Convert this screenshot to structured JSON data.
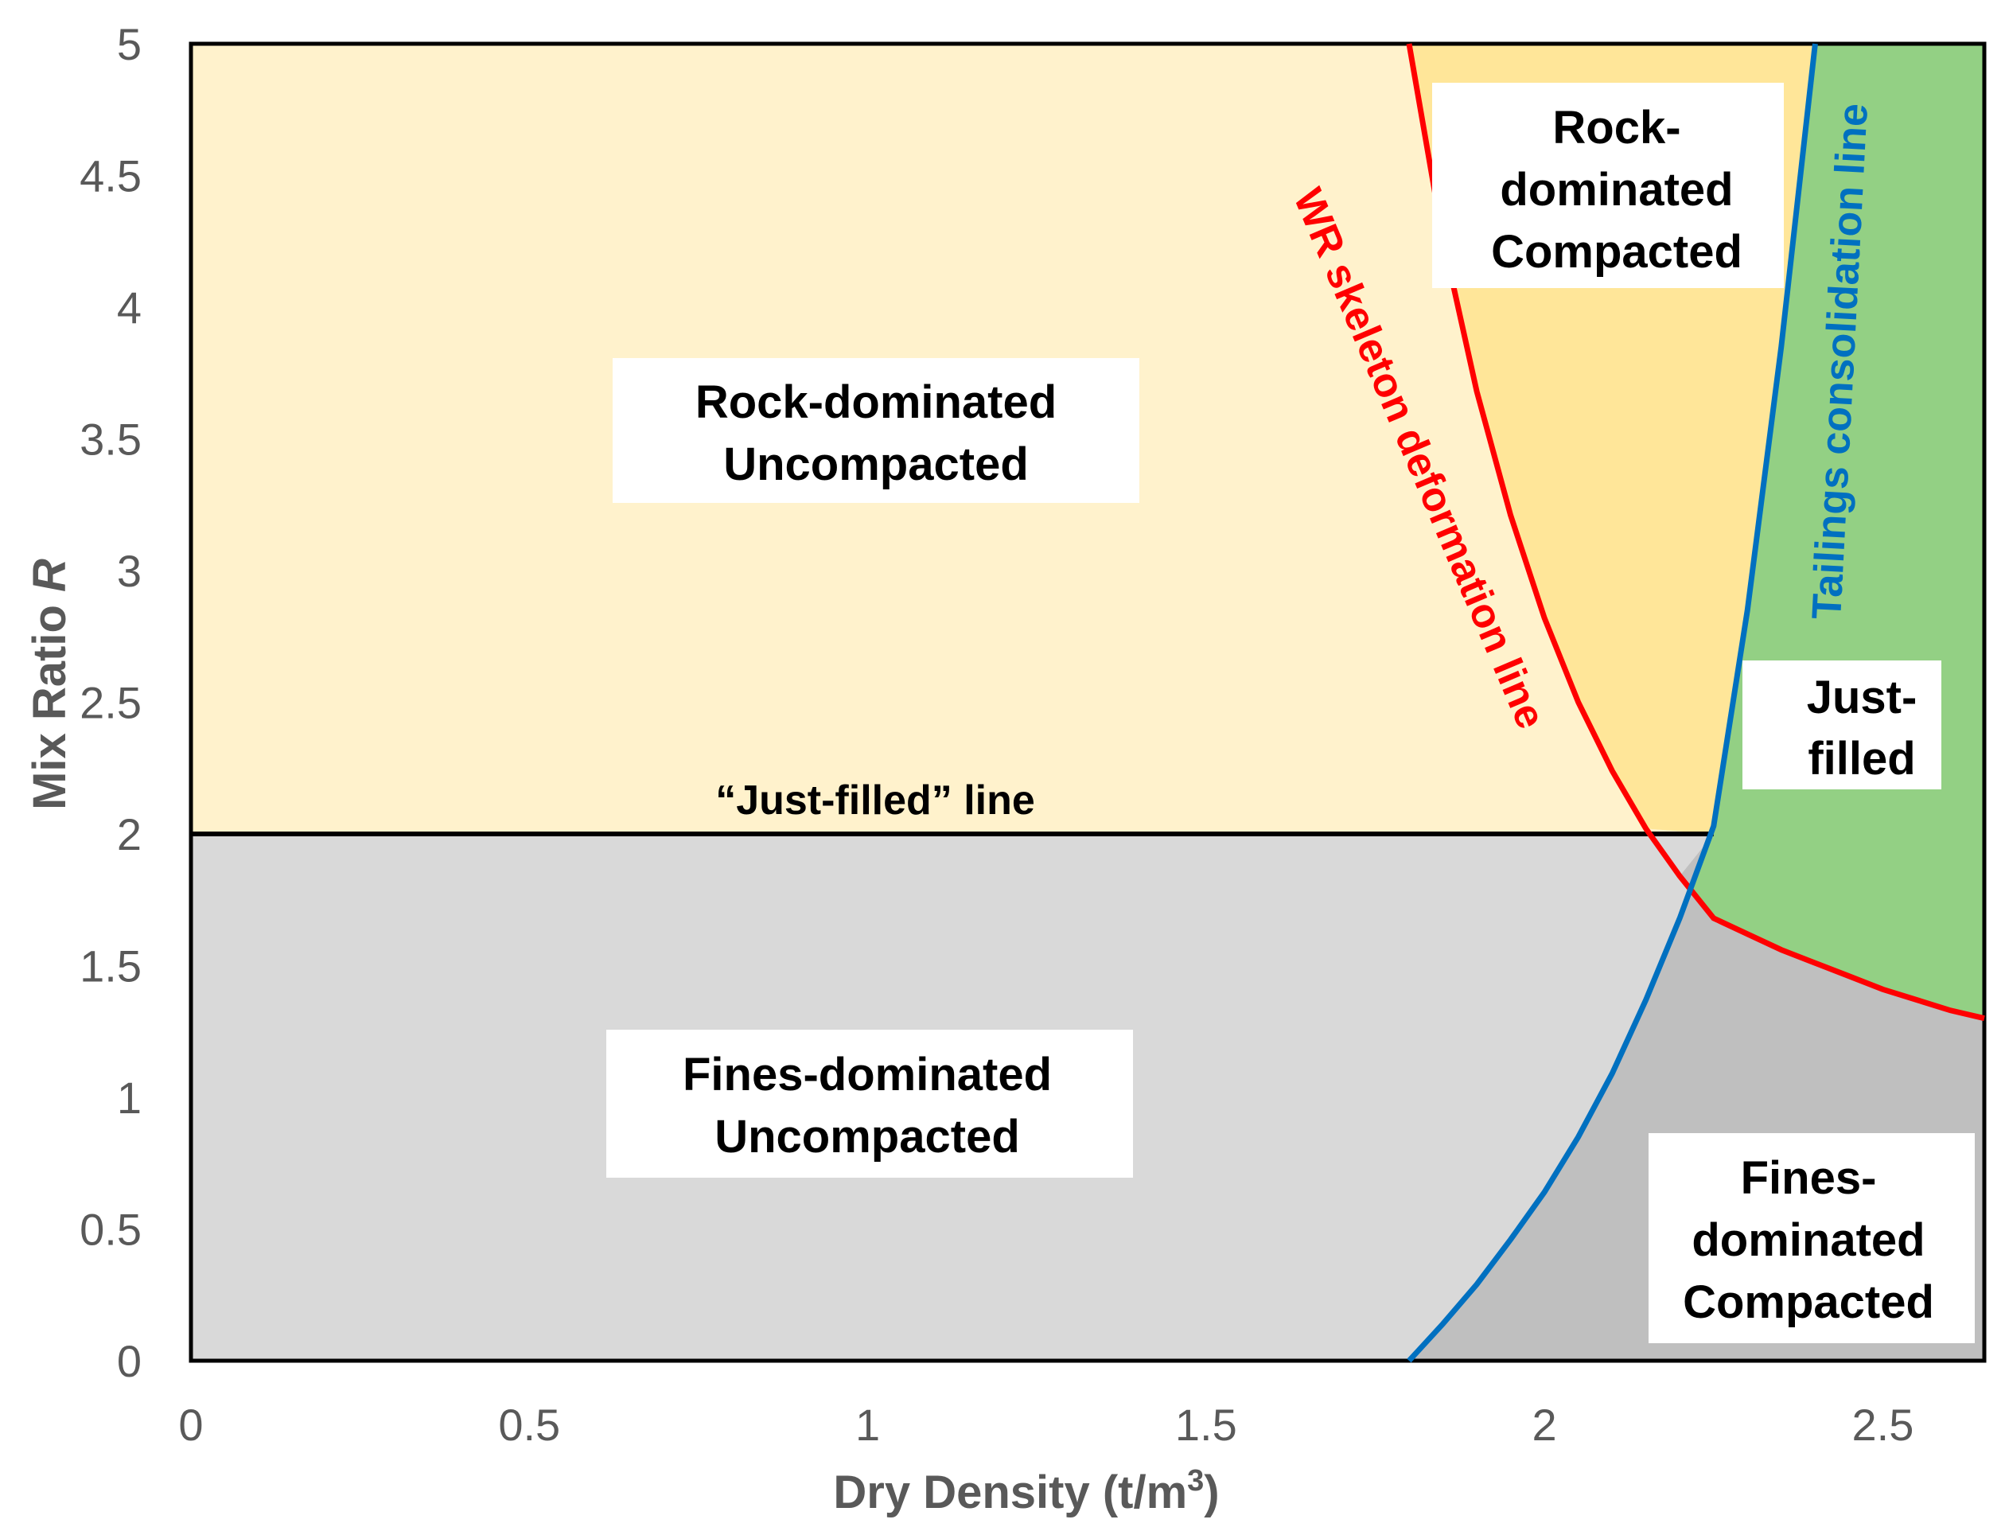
{
  "chart_data": {
    "type": "area",
    "xlabel": "Dry Density (t/m",
    "xlabel_sup": "3",
    "xlabel_end": ")",
    "ylabel": "Mix Ratio ",
    "ylabel_italic": "R",
    "xlim": [
      0,
      2.65
    ],
    "ylim": [
      0,
      5
    ],
    "x_ticks": [
      "0",
      "0.5",
      "1",
      "1.5",
      "2",
      "2.5"
    ],
    "y_ticks": [
      "0",
      "0.5",
      "1",
      "1.5",
      "2",
      "2.5",
      "3",
      "3.5",
      "4",
      "4.5",
      "5"
    ],
    "grid": false,
    "series": [
      {
        "name": "WR skeleton deformation line",
        "color": "#ff0000",
        "x": [
          1.8,
          1.85,
          1.9,
          1.95,
          2.0,
          2.05,
          2.1,
          2.15,
          2.2,
          2.25,
          2.3,
          2.35,
          2.4,
          2.45,
          2.5,
          2.55,
          2.6,
          2.65
        ],
        "y": [
          5.0,
          4.26,
          3.68,
          3.21,
          2.82,
          2.5,
          2.24,
          2.02,
          1.84,
          1.68,
          1.62,
          1.56,
          1.51,
          1.46,
          1.41,
          1.37,
          1.33,
          1.3
        ]
      },
      {
        "name": "Tailings consolidation line",
        "color": "#0070c0",
        "x": [
          1.8,
          1.85,
          1.9,
          1.95,
          2.0,
          2.05,
          2.1,
          2.15,
          2.2,
          2.25,
          2.3,
          2.35,
          2.4
        ],
        "y": [
          0.0,
          0.14,
          0.29,
          0.46,
          0.64,
          0.85,
          1.09,
          1.37,
          1.68,
          2.03,
          2.85,
          3.85,
          5.0
        ]
      },
      {
        "name": "“Just-filled” line",
        "color": "#000000",
        "x": [
          0,
          2.25
        ],
        "y": [
          2,
          2
        ]
      }
    ],
    "regions": [
      {
        "lines": [
          "Rock-dominated",
          "Uncompacted"
        ],
        "fill": "#fff2cc"
      },
      {
        "lines": [
          "Rock-",
          "dominated",
          "Compacted"
        ],
        "fill": "#ffe699"
      },
      {
        "lines": [
          "Just-",
          "filled"
        ],
        "fill": "#93d084"
      },
      {
        "lines": [
          "Fines-dominated",
          "Uncompacted"
        ],
        "fill": "#d9d9d9"
      },
      {
        "lines": [
          "Fines-",
          "dominated",
          "Compacted"
        ],
        "fill": "#bfbfbf"
      }
    ],
    "colors": {
      "rock_uncompacted": "#fff2cc",
      "rock_compacted": "#ffe699",
      "just_filled": "#93d084",
      "fines_uncompacted": "#d9d9d9",
      "fines_compacted": "#bfbfbf",
      "axis_text": "#595959"
    }
  }
}
